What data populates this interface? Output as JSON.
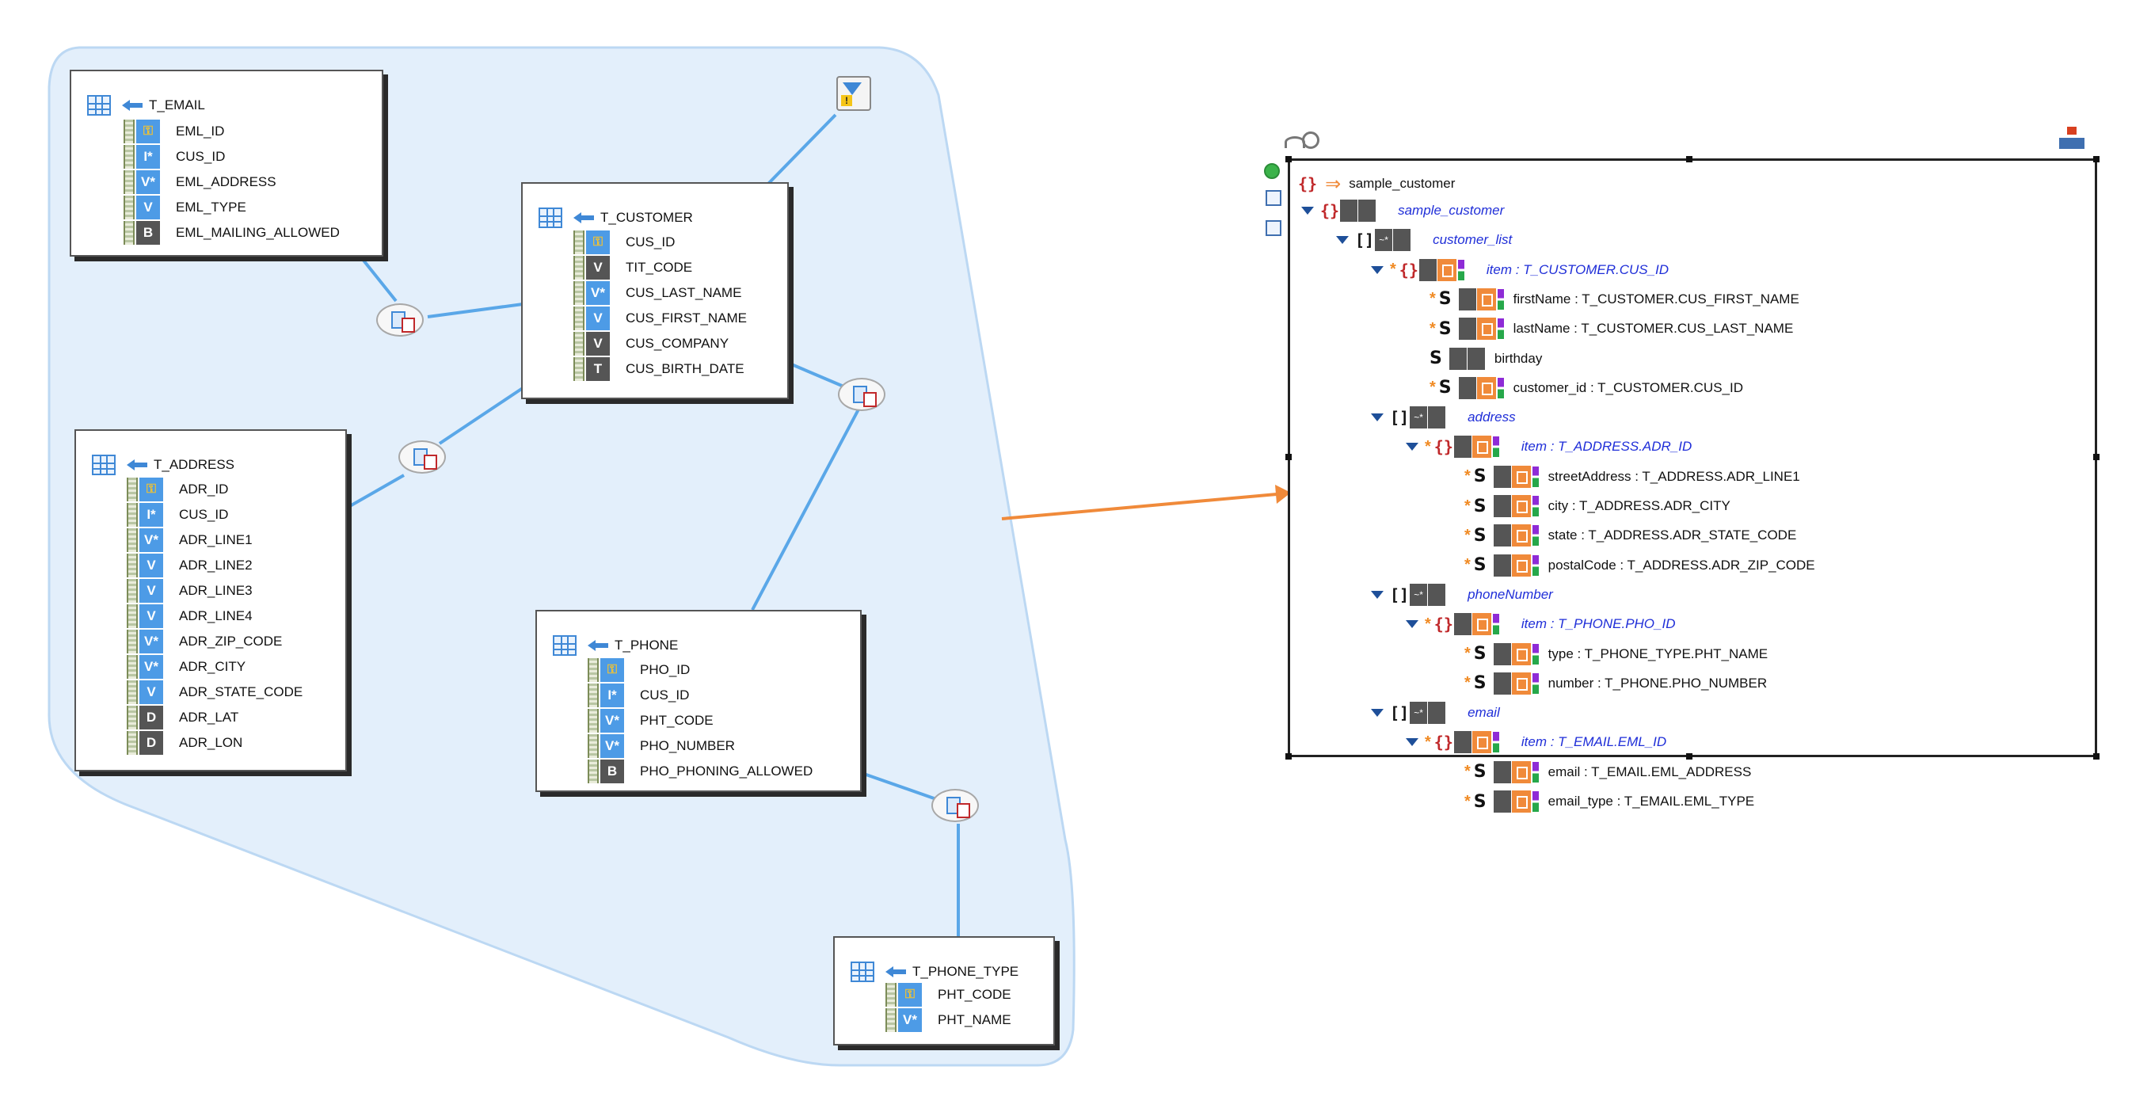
{
  "tables": {
    "email": {
      "name": "T_EMAIL",
      "columns": [
        {
          "name": "EML_ID",
          "badge": "key"
        },
        {
          "name": "CUS_ID",
          "badge": "I*"
        },
        {
          "name": "EML_ADDRESS",
          "badge": "V*"
        },
        {
          "name": "EML_TYPE",
          "badge": "V"
        },
        {
          "name": "EML_MAILING_ALLOWED",
          "badge": "B"
        }
      ]
    },
    "customer": {
      "name": "T_CUSTOMER",
      "columns": [
        {
          "name": "CUS_ID",
          "badge": "key"
        },
        {
          "name": "TIT_CODE",
          "badge": "V"
        },
        {
          "name": "CUS_LAST_NAME",
          "badge": "V*"
        },
        {
          "name": "CUS_FIRST_NAME",
          "badge": "V"
        },
        {
          "name": "CUS_COMPANY",
          "badge": "V"
        },
        {
          "name": "CUS_BIRTH_DATE",
          "badge": "T"
        }
      ]
    },
    "address": {
      "name": "T_ADDRESS",
      "columns": [
        {
          "name": "ADR_ID",
          "badge": "key"
        },
        {
          "name": "CUS_ID",
          "badge": "I*"
        },
        {
          "name": "ADR_LINE1",
          "badge": "V*"
        },
        {
          "name": "ADR_LINE2",
          "badge": "V"
        },
        {
          "name": "ADR_LINE3",
          "badge": "V"
        },
        {
          "name": "ADR_LINE4",
          "badge": "V"
        },
        {
          "name": "ADR_ZIP_CODE",
          "badge": "V*"
        },
        {
          "name": "ADR_CITY",
          "badge": "V*"
        },
        {
          "name": "ADR_STATE_CODE",
          "badge": "V"
        },
        {
          "name": "ADR_LAT",
          "badge": "D"
        },
        {
          "name": "ADR_LON",
          "badge": "D"
        }
      ]
    },
    "phone": {
      "name": "T_PHONE",
      "columns": [
        {
          "name": "PHO_ID",
          "badge": "key"
        },
        {
          "name": "CUS_ID",
          "badge": "I*"
        },
        {
          "name": "PHT_CODE",
          "badge": "V*"
        },
        {
          "name": "PHO_NUMBER",
          "badge": "V*"
        },
        {
          "name": "PHO_PHONING_ALLOWED",
          "badge": "B"
        }
      ]
    },
    "phone_type": {
      "name": "T_PHONE_TYPE",
      "columns": [
        {
          "name": "PHT_CODE",
          "badge": "key"
        },
        {
          "name": "PHT_NAME",
          "badge": "V*"
        }
      ]
    }
  },
  "json_doc": {
    "title": "sample_customer",
    "tree": [
      {
        "kind": "obj",
        "label": "sample_customer",
        "style": "italic"
      },
      {
        "kind": "arr",
        "label": "customer_list",
        "style": "italic"
      },
      {
        "kind": "obj",
        "label": "item : T_CUSTOMER.CUS_ID",
        "style": "italic",
        "mandatory": true
      },
      {
        "kind": "str",
        "label": "firstName : T_CUSTOMER.CUS_FIRST_NAME",
        "mandatory": true
      },
      {
        "kind": "str",
        "label": "lastName : T_CUSTOMER.CUS_LAST_NAME",
        "mandatory": true
      },
      {
        "kind": "str",
        "label": "birthday",
        "mandatory": false
      },
      {
        "kind": "str",
        "label": "customer_id : T_CUSTOMER.CUS_ID",
        "mandatory": true
      },
      {
        "kind": "arr",
        "label": "address",
        "style": "italic"
      },
      {
        "kind": "obj",
        "label": "item : T_ADDRESS.ADR_ID",
        "style": "italic",
        "mandatory": true
      },
      {
        "kind": "str",
        "label": "streetAddress : T_ADDRESS.ADR_LINE1",
        "mandatory": true
      },
      {
        "kind": "str",
        "label": "city : T_ADDRESS.ADR_CITY",
        "mandatory": true
      },
      {
        "kind": "str",
        "label": "state : T_ADDRESS.ADR_STATE_CODE",
        "mandatory": true
      },
      {
        "kind": "str",
        "label": "postalCode : T_ADDRESS.ADR_ZIP_CODE",
        "mandatory": true
      },
      {
        "kind": "arr",
        "label": "phoneNumber",
        "style": "italic"
      },
      {
        "kind": "obj",
        "label": "item : T_PHONE.PHO_ID",
        "style": "italic",
        "mandatory": true
      },
      {
        "kind": "str",
        "label": "type : T_PHONE_TYPE.PHT_NAME",
        "mandatory": true
      },
      {
        "kind": "str",
        "label": "number : T_PHONE.PHO_NUMBER",
        "mandatory": true
      },
      {
        "kind": "arr",
        "label": "email",
        "style": "italic"
      },
      {
        "kind": "obj",
        "label": "item : T_EMAIL.EML_ID",
        "style": "italic",
        "mandatory": true
      },
      {
        "kind": "str",
        "label": "email : T_EMAIL.EML_ADDRESS",
        "mandatory": true
      },
      {
        "kind": "str",
        "label": "email_type : T_EMAIL.EML_TYPE",
        "mandatory": true
      }
    ]
  },
  "icons": {
    "brace": "{}",
    "bracket": "[]",
    "string": "S",
    "wave": "~*",
    "mapping_arrow": "⇒"
  },
  "colors": {
    "group_fill": "#e3effb",
    "group_stroke": "#bcd8f3",
    "link": "#5aa7e8",
    "mapping_arrow": "#f08a3a",
    "italic_label": "#1f2ed8"
  }
}
